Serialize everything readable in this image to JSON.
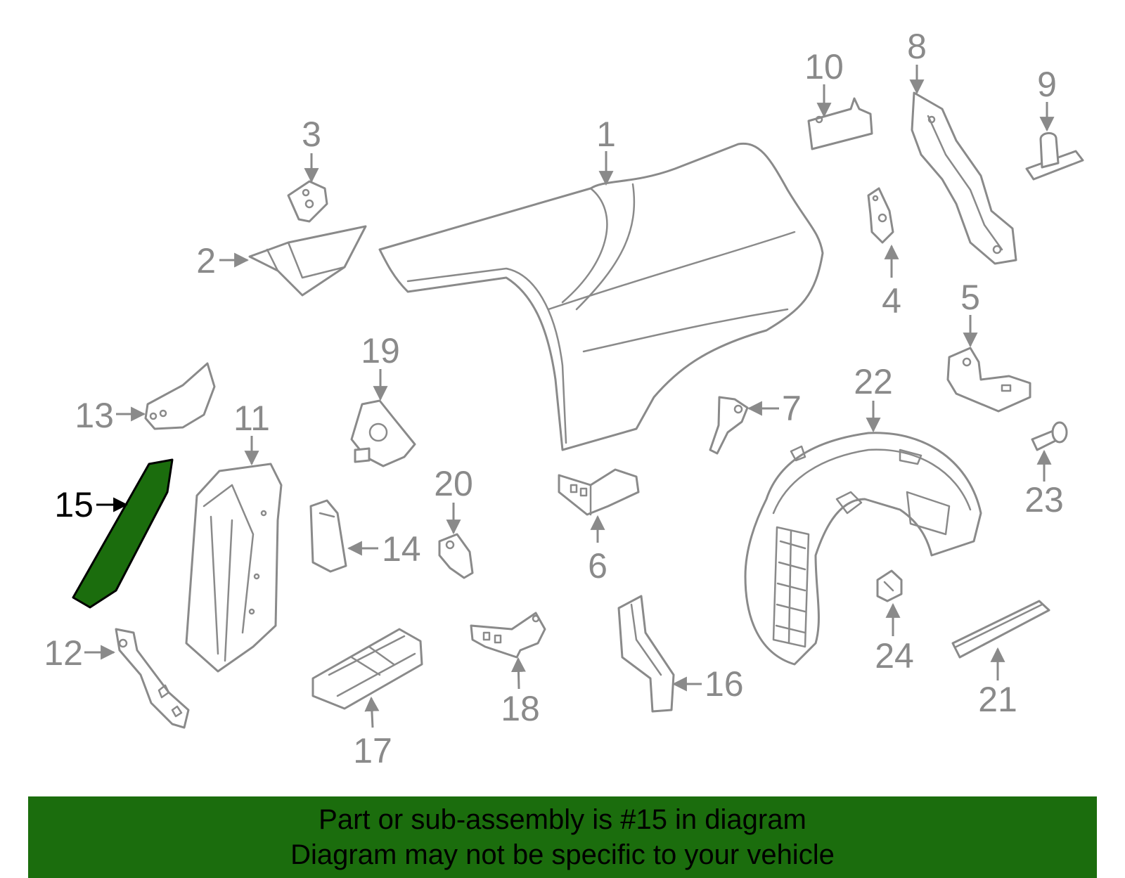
{
  "colors": {
    "line_gray": "#8a8a8a",
    "highlight_fill": "#1b6d0d",
    "highlight_stroke": "#000000",
    "banner_bg": "#1b6d0d"
  },
  "highlighted_part": "15",
  "callouts": {
    "c1": "1",
    "c2": "2",
    "c3": "3",
    "c4": "4",
    "c5": "5",
    "c6": "6",
    "c7": "7",
    "c8": "8",
    "c9": "9",
    "c10": "10",
    "c11": "11",
    "c12": "12",
    "c13": "13",
    "c14": "14",
    "c15": "15",
    "c16": "16",
    "c17": "17",
    "c18": "18",
    "c19": "19",
    "c20": "20",
    "c21": "21",
    "c22": "22",
    "c23": "23",
    "c24": "24"
  },
  "banner": {
    "line1": "Part or sub-assembly is #15 in diagram",
    "line2": "Diagram may not be specific to your vehicle"
  }
}
